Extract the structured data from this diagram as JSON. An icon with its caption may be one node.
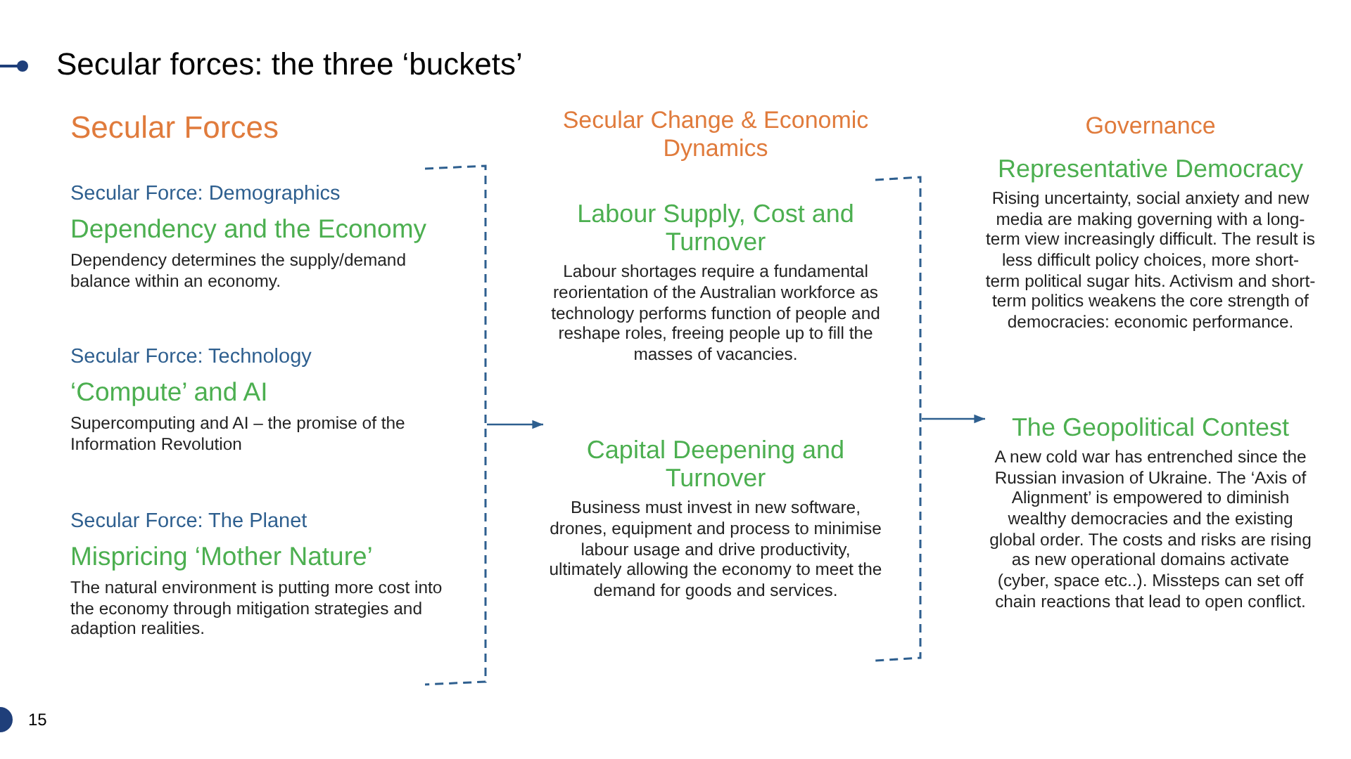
{
  "diagram": {
    "title": "Secular forces: the three ‘buckets’",
    "nodes": [
      {
        "text": [
          "Secular Forces"
        ]
      },
      {
        "text": [
          "Secular Force: Demographics",
          "Dependency and the Economy",
          "Dependency determines the supply/demand balance within an economy."
        ],
        "in": 0
      },
      {
        "text": [
          "Secular Force: Technology",
          "‘Compute’ and AI",
          "Supercomputing and AI – the promise of the Information Revolution"
        ],
        "in": 0
      },
      {
        "text": [
          "Secular Force: The Planet",
          "Mispricing ‘Mother Nature’",
          "The natural environment is putting more cost into the economy through mitigation strategies and adaption realities."
        ],
        "in": 0
      },
      {
        "text": [
          "Secular Change & Economic Dynamics"
        ]
      },
      {
        "text": [
          "Labour Supply, Cost and Turnover",
          "Labour shortages require a fundamental reorientation of the Australian workforce as technology performs function of people and reshape roles, freeing people up to fill the masses of vacancies."
        ],
        "in": 4
      },
      {
        "text": [
          "Capital Deepening and Turnover",
          "Business must invest in new software, drones, equipment and process to minimise labour usage and drive productivity, ultimately allowing the economy to meet the demand for goods and services."
        ],
        "in": 4
      },
      {
        "text": [
          "Governance"
        ]
      },
      {
        "text": [
          "Representative Democracy",
          "Rising uncertainty, social anxiety and new media are making governing with a long-term view increasingly difficult. The result is less difficult policy choices, more short-term political sugar hits. Activism and short-term politics weakens the core strength of democracies: economic performance."
        ],
        "in": 7
      },
      {
        "text": [
          "The Geopolitical Contest",
          "A new cold war has entrenched since the Russian invasion of Ukraine. The ‘Axis of Alignment’ is empowered to diminish wealthy democracies and the existing global order. The costs and risks are rising as new operational domains activate (cyber, space etc..). Missteps can set off chain reactions that lead to open conflict."
        ],
        "in": 7
      }
    ],
    "edges": [
      {
        "from": 0,
        "to": 4,
        "arrow": "to"
      },
      {
        "from": 4,
        "to": 7,
        "arrow": "to"
      }
    ],
    "labels": [
      "15"
    ]
  }
}
